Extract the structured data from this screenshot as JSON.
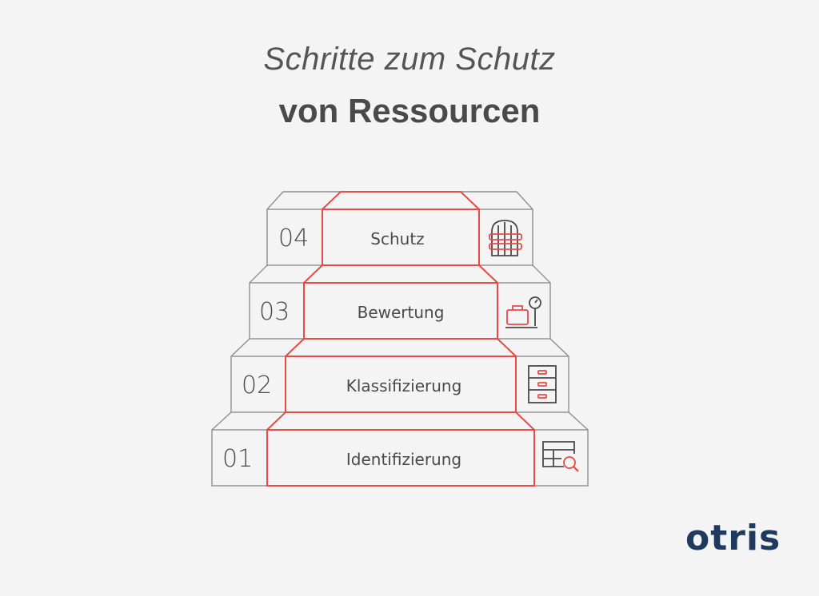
{
  "title": {
    "line1": "Schritte zum Schutz",
    "line2": "von Ressourcen"
  },
  "steps": [
    {
      "number": "01",
      "label": "Identifizierung",
      "icon": "table-search-icon"
    },
    {
      "number": "02",
      "label": "Klassifizierung",
      "icon": "filing-cabinet-icon"
    },
    {
      "number": "03",
      "label": "Bewertung",
      "icon": "scale-case-icon"
    },
    {
      "number": "04",
      "label": "Schutz",
      "icon": "vault-door-icon"
    }
  ],
  "logo": "otris",
  "colors": {
    "accent": "#e84a45",
    "outline": "#8f8f8f",
    "text": "#4a4a4a",
    "brand": "#1f3a5f",
    "background": "#f4f4f4"
  }
}
